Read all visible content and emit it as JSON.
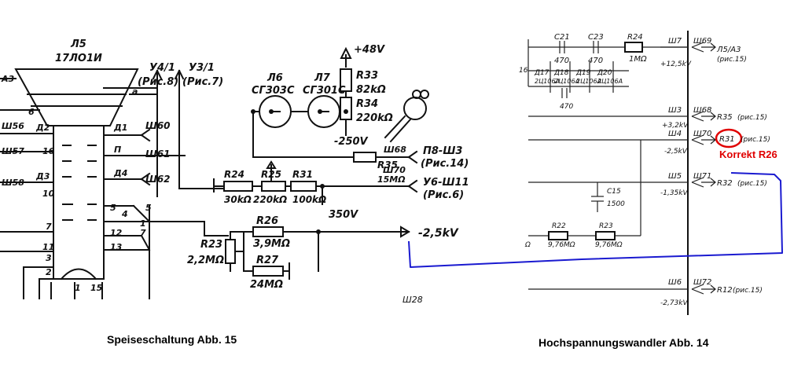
{
  "left": {
    "caption": "Speiseschaltung Abb. 15",
    "tube_id": "Л5",
    "tube_type": "17ЛО1И",
    "ref_u4": "У4/1",
    "ref_u4_fig": "(Рис.8)",
    "ref_u3": "У3/1",
    "ref_u3_fig": "(Рис.7)",
    "lamp_l6": "Л6",
    "lamp_l6_type": "СГ303С",
    "lamp_l7": "Л7",
    "lamp_l7_type": "СГ301С",
    "supply_48": "+48V",
    "r33": "R33",
    "r33_val": "82kΩ",
    "r34": "R34",
    "r34_val": "220kΩ",
    "v_250": "-250V",
    "sh68": "Ш68",
    "r35": "R35",
    "pv_sh3": "П8-Ш3",
    "pv_fig": "(Рис.14)",
    "sh70": "Ш70",
    "sh70_val": "15MΩ",
    "u6_sh11": "У6-Ш11",
    "u6_fig": "(Рис.6)",
    "r24": "R24",
    "r25": "R25",
    "r31": "R31",
    "r24_val": "30kΩ",
    "r25_val": "220kΩ",
    "r31_val": "100kΩ",
    "v_350": "350V",
    "r26": "R26",
    "r26_val": "3,9MΩ",
    "r23": "R23",
    "r23_val": "2,2MΩ",
    "r27": "R27",
    "r27_val": "24MΩ",
    "out_voltage": "-2,5kV",
    "sh28": "Ш28",
    "a3": "А3",
    "sh56": "Ш56",
    "sh57": "Ш57",
    "sh58": "Ш58",
    "d2": "Д2",
    "d3": "Д3",
    "d1": "Д1",
    "d4": "Д4",
    "p": "П",
    "sh60": "Ш60",
    "sh61": "Ш61",
    "sh62": "Ш62",
    "pin6": "6",
    "pin16": "16",
    "pin10": "10",
    "pin7": "7",
    "pin11": "11",
    "pin3": "3",
    "pin2": "2",
    "pin1": "1",
    "pin15": "15",
    "pin5": "5",
    "pin5b": "5",
    "pin4": "4",
    "pin12": "12",
    "pin13": "13",
    "pin1b": "1",
    "pin7b": "7",
    "pin_a": "а"
  },
  "right": {
    "caption": "Hochspannungswandler Abb. 14",
    "c21": "C21",
    "c21_val": "470",
    "c23": "C23",
    "c23_val": "470",
    "r24": "R24",
    "r24_val": "1MΩ",
    "c22_val": "470",
    "d17": "Д17",
    "d18": "Д18",
    "d19": "Д19",
    "d20": "Д20",
    "diode_type": "2Ц106А",
    "sh7": "Ш7",
    "v_12_5": "+12,5kV",
    "sh69": "Ш69",
    "l5a3": "Л5/А3",
    "l5a3_fig": "(рис.15)",
    "sh3": "Ш3",
    "sh68": "Ш68",
    "r35": "R35",
    "r35_fig": "(рис.15)",
    "v_3_2": "+3,2kV",
    "sh4": "Ш4",
    "sh70": "Ш70",
    "v_2_5": "-2,5kV",
    "r31": "R31",
    "r31_fig": "(рис.15)",
    "korrekt": "Korrekt R26",
    "sh5": "Ш5",
    "sh71": "Ш71",
    "v_1_35": "-1,35kV",
    "r32": "R32",
    "r32_fig": "(рис.15)",
    "c15": "C15",
    "c15_val": "1500",
    "r22": "R22",
    "r22_val": "9,76MΩ",
    "r23": "R23",
    "r23_val": "9,76MΩ",
    "omega": "Ω",
    "sh6": "Ш6",
    "sh72": "Ш72",
    "v_2_73": "-2,73kV",
    "r12": "R12",
    "r12_fig": "(рис.15)",
    "pin16": "16"
  },
  "colors": {
    "ink": "#111111",
    "correction_red": "#e00000",
    "connector_blue": "#1a1ad0"
  }
}
